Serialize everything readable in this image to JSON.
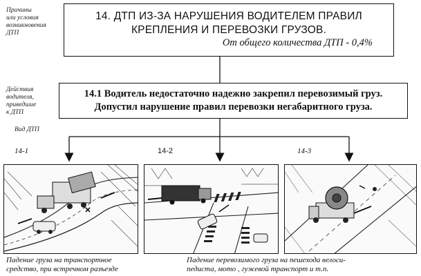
{
  "side_notes": {
    "causes": [
      "Причины",
      "или условия",
      "возникновения",
      "ДТП"
    ],
    "actions": [
      "Действия",
      "водителя,",
      "приведшие",
      "к ДТП"
    ],
    "type": "Вид ДТП"
  },
  "title_box": {
    "line1": "14. ДТП ИЗ-ЗА НАРУШЕНИЯ ВОДИТЕЛЕМ ПРАВИЛ",
    "line2": "КРЕПЛЕНИЯ И ПЕРЕВОЗКИ ГРУЗОВ.",
    "share": "От общего количества ДТП - 0,4%"
  },
  "action_box": {
    "line1": "14.1 Водитель недостаточно надежно закрепил перевозимый груз.",
    "line2": "Допустил нарушение правил перевозки негабаритного груза."
  },
  "panels": [
    {
      "label": "14-1"
    },
    {
      "label": "14-2"
    },
    {
      "label": "14-3"
    }
  ],
  "captions": {
    "left": [
      "Падение груза на транспортное",
      "средство, при встречном разъезде"
    ],
    "right": [
      "Падение перевозимого груза на пешехода велоси-",
      "педиста, мото , гужевой транспорт и т.п."
    ]
  }
}
